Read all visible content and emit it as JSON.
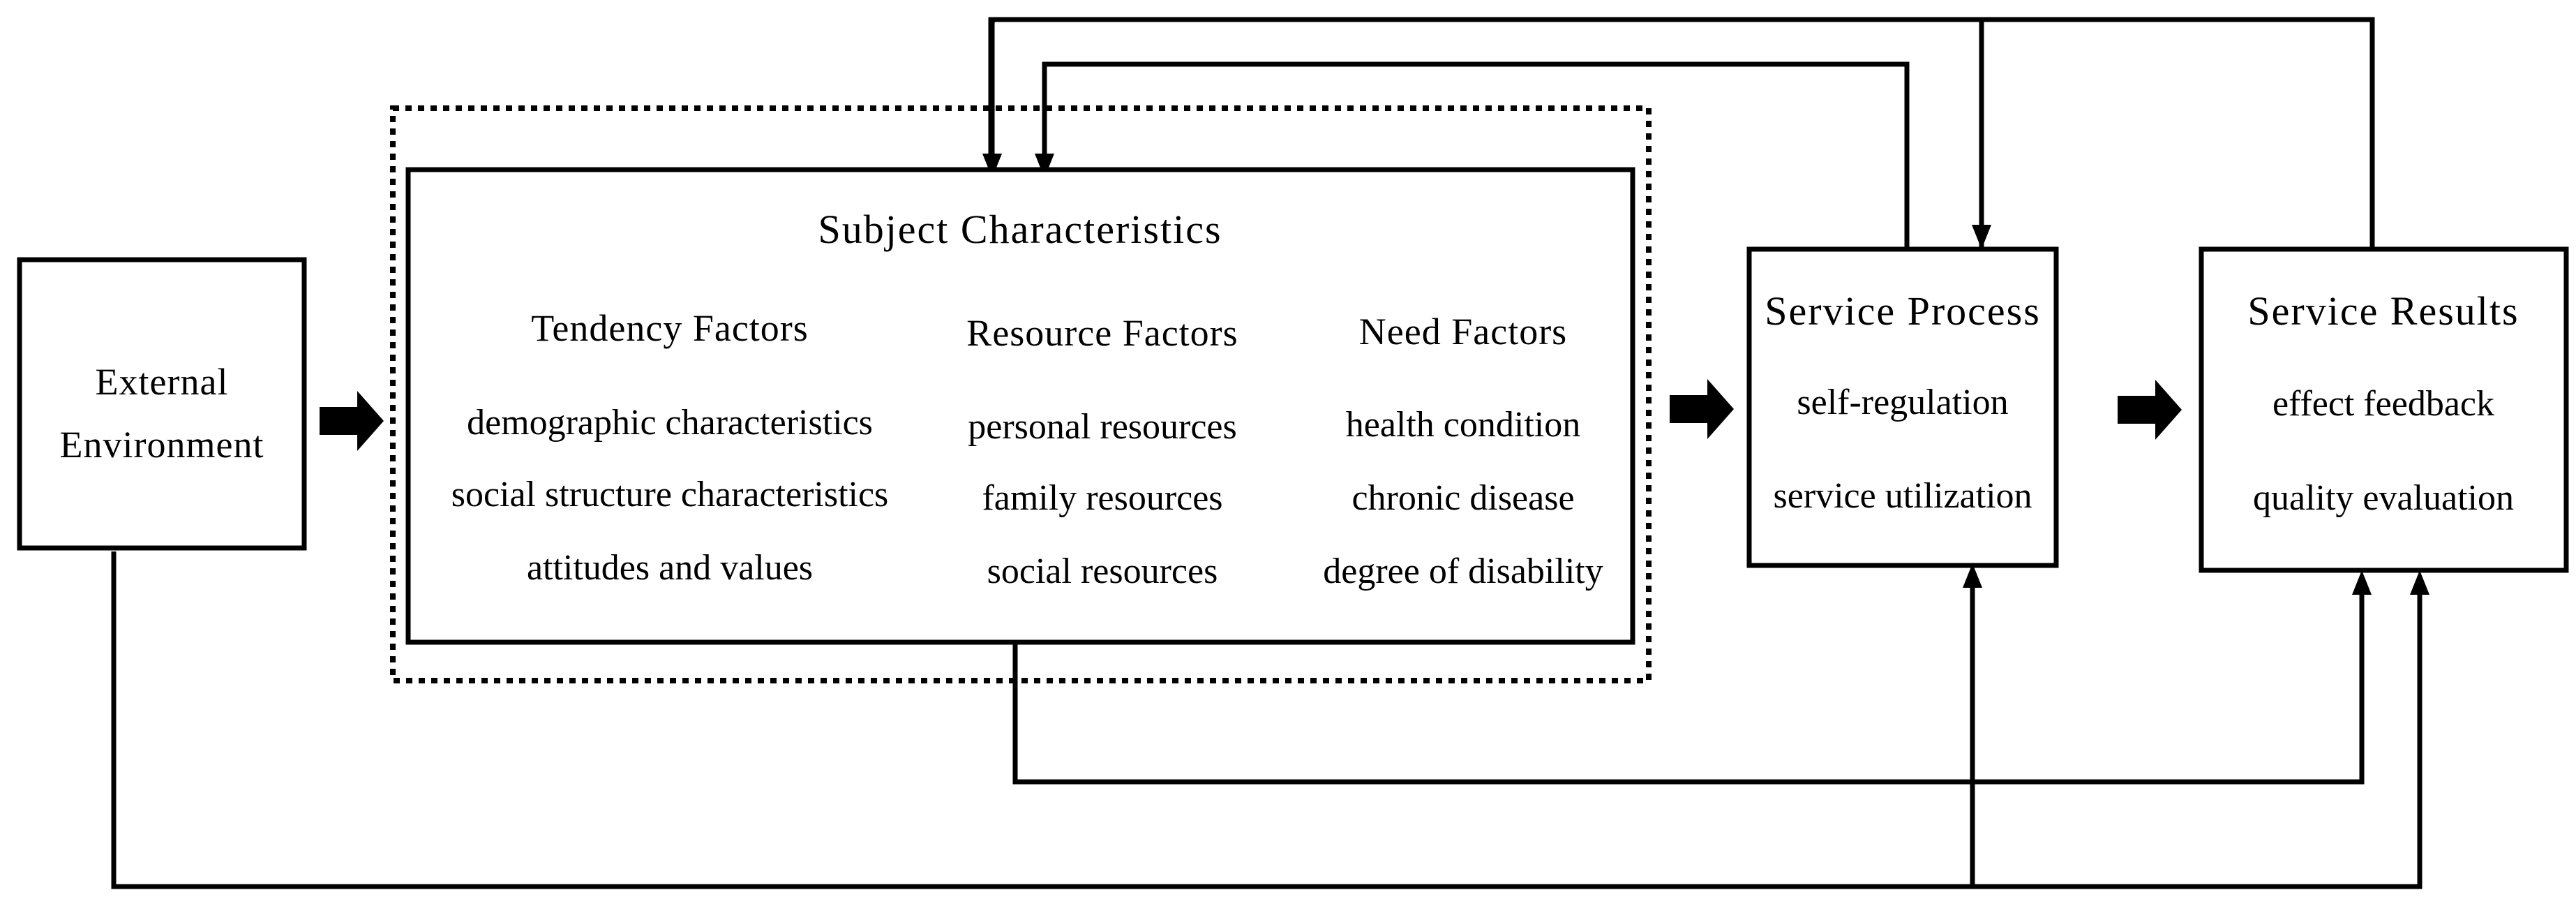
{
  "external": {
    "line1": "External",
    "line2": "Environment"
  },
  "subject": {
    "title": "Subject Characteristics",
    "tendency": {
      "header": "Tendency Factors",
      "items": [
        "demographic characteristics",
        "social structure characteristics",
        "attitudes and values"
      ]
    },
    "resource": {
      "header": "Resource Factors",
      "items": [
        "personal resources",
        "family resources",
        "social resources"
      ]
    },
    "need": {
      "header": "Need Factors",
      "items": [
        "health condition",
        "chronic disease",
        "degree of disability"
      ]
    }
  },
  "process": {
    "title": "Service Process",
    "items": [
      "self-regulation",
      "service utilization"
    ]
  },
  "results": {
    "title": "Service Results",
    "items": [
      "effect feedback",
      "quality evaluation"
    ]
  }
}
